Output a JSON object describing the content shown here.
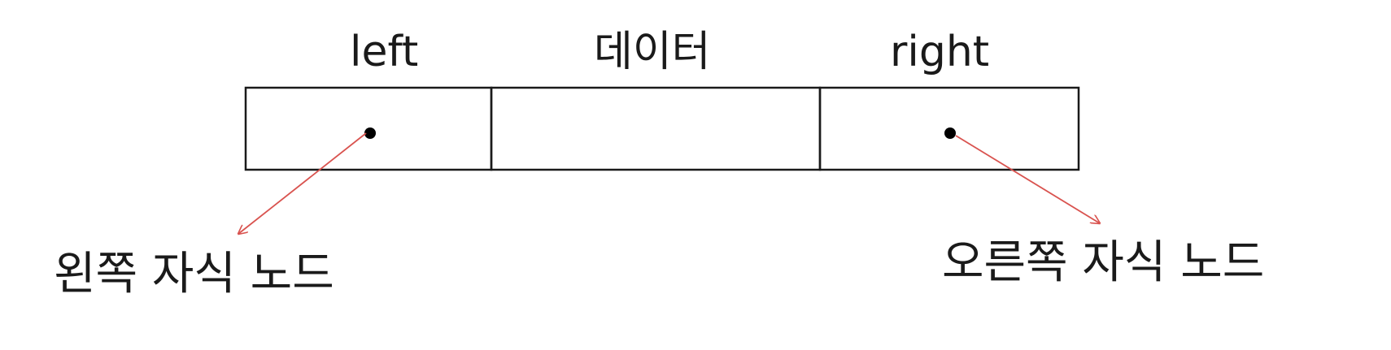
{
  "node": {
    "fields": [
      {
        "key": "left",
        "label": "left"
      },
      {
        "key": "data",
        "label": "데이터"
      },
      {
        "key": "right",
        "label": "right"
      }
    ]
  },
  "pointers": {
    "left": {
      "target_label": "왼쪽 자식 노드"
    },
    "right": {
      "target_label": "오른쪽 자식 노드"
    }
  },
  "colors": {
    "outline": "#1a1a1a",
    "arrow": "#d9534f",
    "text": "#1a1a1a"
  }
}
